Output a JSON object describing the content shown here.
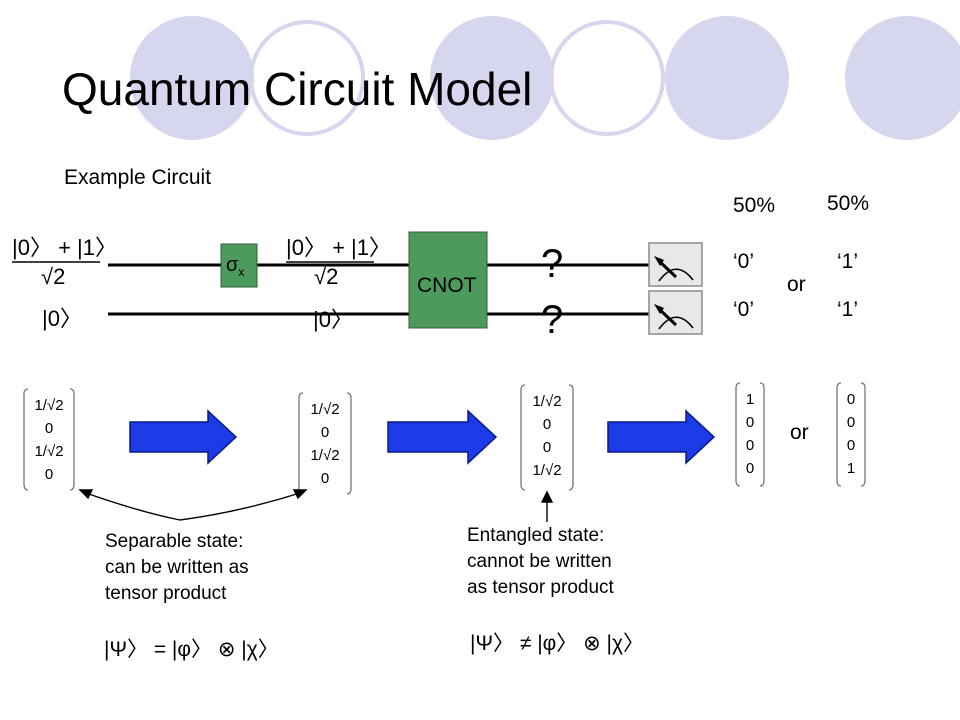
{
  "title": "Quantum Circuit Model",
  "subtitle": "Example Circuit",
  "probabilities": [
    "50%",
    "50%"
  ],
  "input_state": {
    "top_numerator": "|0〉 + |1〉",
    "top_denominator": "√2",
    "bottom": "|0〉"
  },
  "mid_state": {
    "top_numerator": "|0〉 + |1〉",
    "top_denominator": "√2",
    "bottom": "|0〉"
  },
  "gates": {
    "sigma": "σ",
    "sigma_sub": "x",
    "cnot": "CNOT"
  },
  "question_marks": [
    "?",
    "?"
  ],
  "outcomes": {
    "top_left": "‘0’",
    "bottom_left": "‘0’",
    "top_right": "‘1’",
    "bottom_right": "‘1’",
    "or": "or"
  },
  "vectors": {
    "v1": [
      "1/√2",
      "0",
      "1/√2",
      "0"
    ],
    "v2": [
      "1/√2",
      "0",
      "1/√2",
      "0"
    ],
    "v3": [
      "1/√2",
      "0",
      "0",
      "1/√2"
    ],
    "v4": [
      "1",
      "0",
      "0",
      "0"
    ],
    "v5": [
      "0",
      "0",
      "0",
      "1"
    ],
    "or": "or"
  },
  "notes": {
    "separable_lines": [
      "Separable state:",
      "can be written as",
      "tensor product"
    ],
    "separable_formula": "|Ψ〉 = |φ〉 ⊗ |χ〉",
    "entangled_lines": [
      "Entangled state:",
      "cannot be written",
      "as tensor product"
    ],
    "entangled_formula": "|Ψ〉 ≠ |φ〉 ⊗ |χ〉"
  },
  "colors": {
    "circle": "#d6d6ee",
    "gate_green": "#4c9a5c",
    "arrow_blue": "#1b3be6",
    "arrow_dark": "#0a1a8a"
  }
}
